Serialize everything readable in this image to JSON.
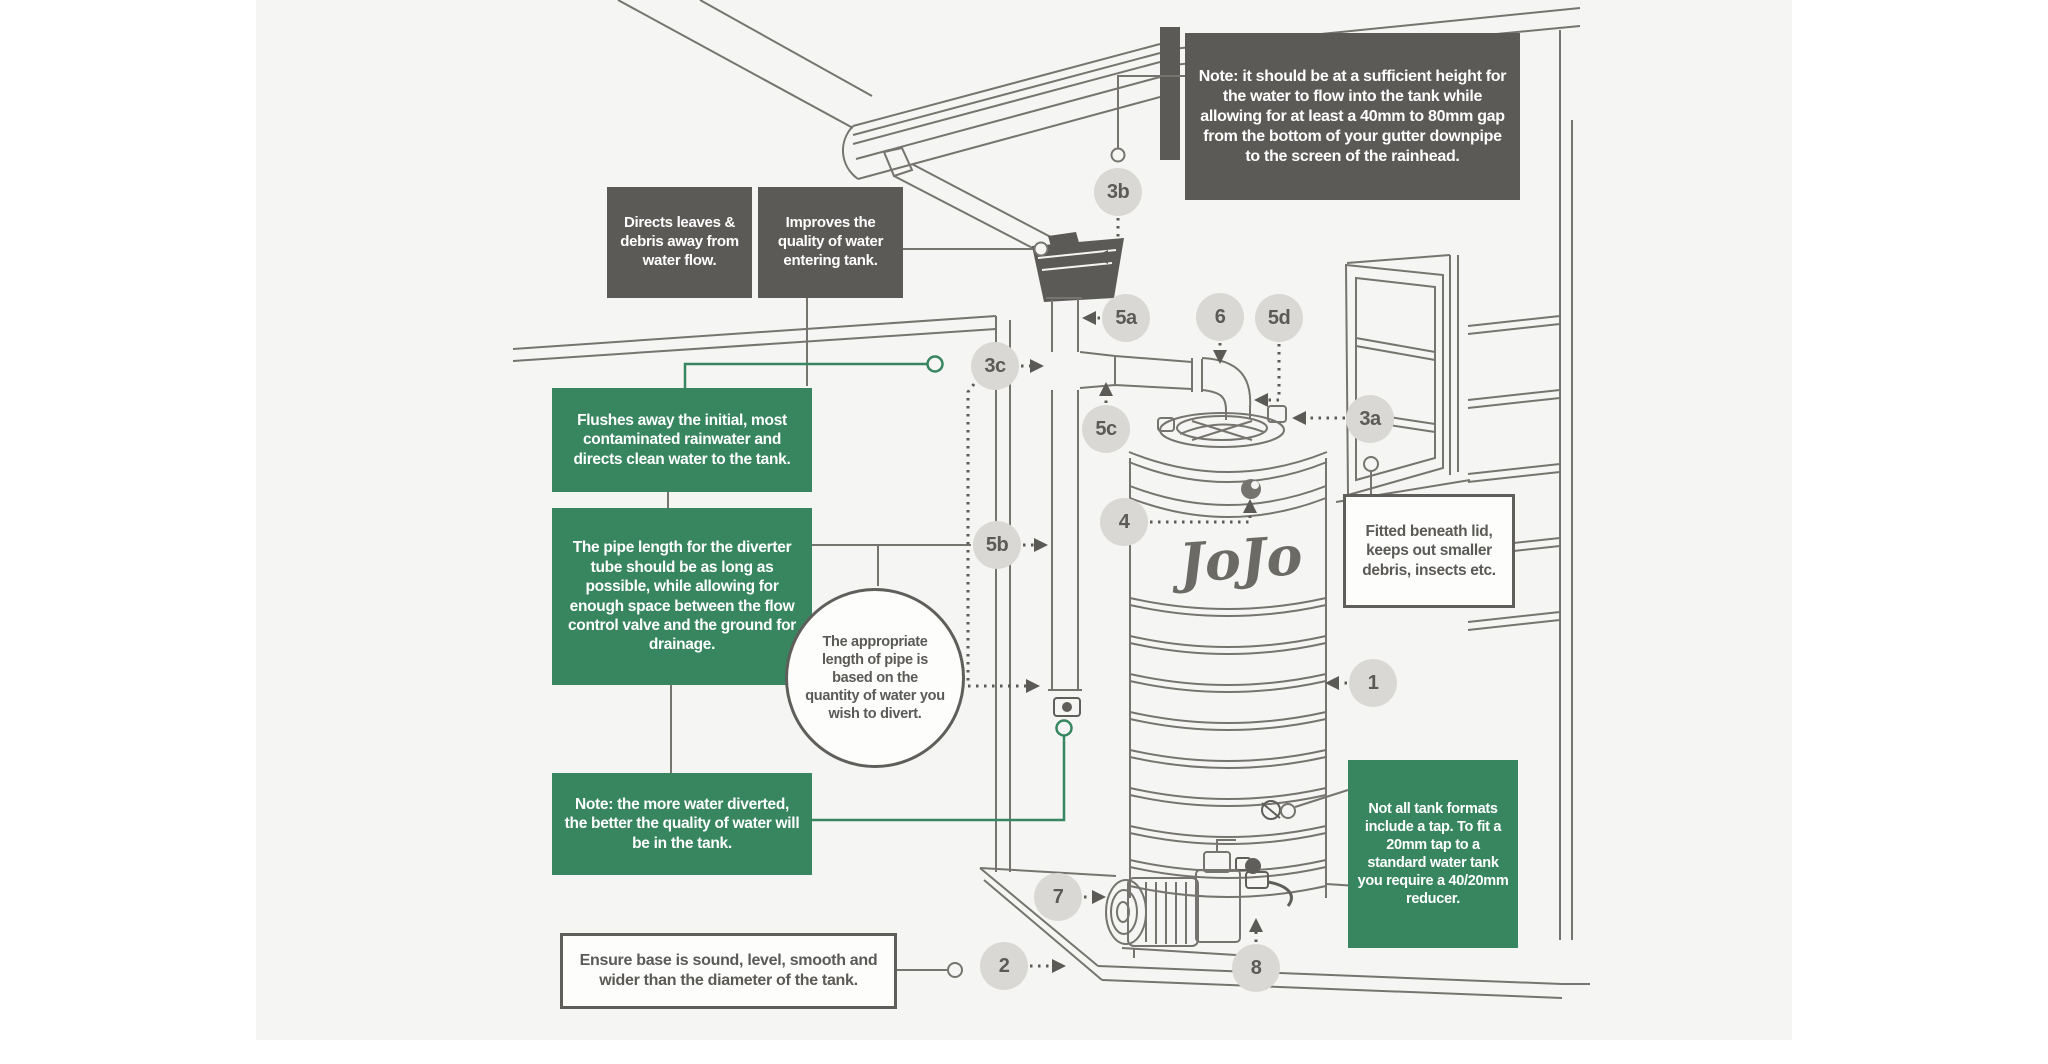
{
  "palette": {
    "background": "#f5f5f3",
    "line_art": "#76746e",
    "dark_box": "#5b5a57",
    "green_box": "#378660",
    "marker_circle": "#d9d8d5",
    "white_box_border": "#5f5e5b"
  },
  "brand": {
    "logo": "JoJo"
  },
  "callouts": {
    "rainhead_note": "Note: it should be at a sufficient height for the water to flow into the tank while allowing for at least a 40mm to 80mm gap from the bottom of your gutter downpipe to the screen of the rainhead.",
    "directs_leaves": "Directs leaves & debris away from water flow.",
    "improves_quality": "Improves the quality of water entering tank.",
    "flushes_away": "Flushes away the initial, most contaminated rainwater and directs clean water to the tank.",
    "pipe_length": "The pipe length for the diverter tube should be as long as possible, while allowing for enough space between the flow control valve and the ground for drainage.",
    "appropriate_length": "The appropriate length of pipe is based on the quantity of water you wish to divert.",
    "more_diverted": "Note: the more water diverted, the better the quality of water will be in the tank.",
    "fitted_lid": "Fitted beneath lid, keeps out smaller debris, insects etc.",
    "ensure_base": "Ensure base is sound, level, smooth and wider than the diameter of the tank.",
    "tap_reducer": "Not all tank formats include a tap. To fit a 20mm tap to a standard water tank you require a 40/20mm reducer."
  },
  "markers": {
    "m1": "1",
    "m2": "2",
    "m3a": "3a",
    "m3b": "3b",
    "m3c": "3c",
    "m4": "4",
    "m5a": "5a",
    "m5b": "5b",
    "m5c": "5c",
    "m5d": "5d",
    "m6": "6",
    "m7": "7",
    "m8": "8"
  }
}
